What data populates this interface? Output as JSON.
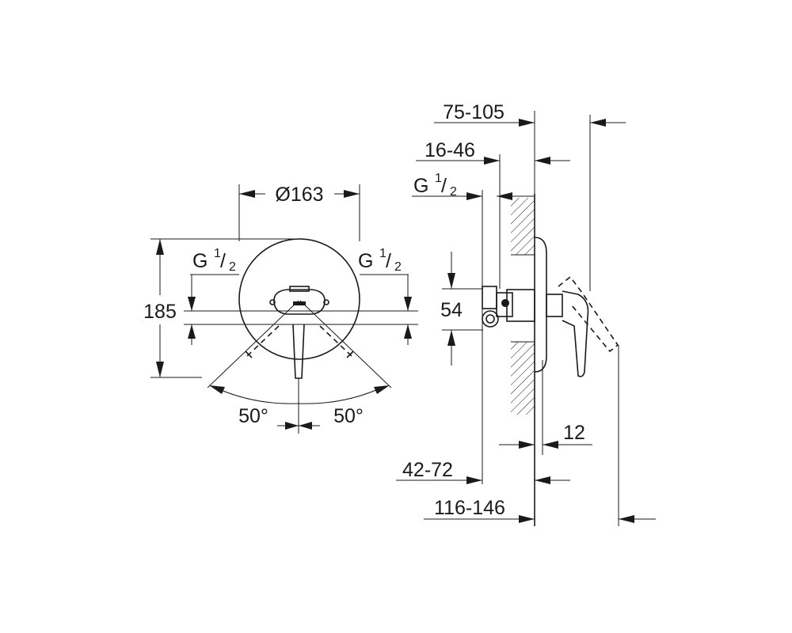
{
  "front_view": {
    "diameter": "Ø163",
    "height": "185",
    "connection_left": {
      "prefix": "G",
      "num": "1",
      "den": "2"
    },
    "connection_right": {
      "prefix": "G",
      "num": "1",
      "den": "2"
    },
    "angle_left": "50°",
    "angle_right": "50°"
  },
  "side_view": {
    "depth_range_top": "75-105",
    "wall_range": "16-46",
    "connection": {
      "prefix": "G",
      "num": "1",
      "den": "2"
    },
    "spacing": "54",
    "plate_thickness": "12",
    "range_lower": "42-72",
    "range_bottom": "116-146"
  }
}
